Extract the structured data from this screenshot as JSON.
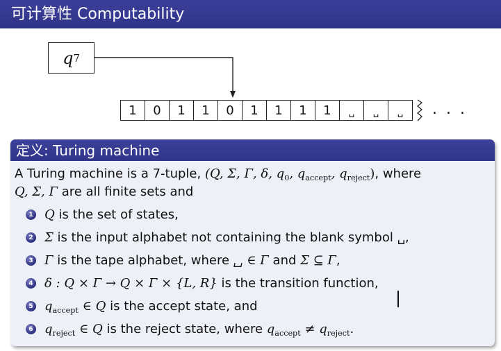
{
  "header": {
    "title": "可计算性 Computability"
  },
  "diagram": {
    "state_label": "q",
    "state_sub": "7",
    "tape_cells": [
      "1",
      "0",
      "1",
      "1",
      "0",
      "1",
      "1",
      "1",
      "1",
      "␣",
      "␣",
      "␣"
    ],
    "ellipsis": ". . ."
  },
  "definition": {
    "title": "定义: Turing machine",
    "intro_1": "A Turing machine is a 7-tuple,",
    "tuple": "(Q, Σ, Γ, δ, q",
    "tuple_sub0": "0",
    "tuple_mid1": ", q",
    "tuple_sub_accept": "accept",
    "tuple_mid2": ", q",
    "tuple_sub_reject": "reject",
    "tuple_end": ")",
    "intro_2": ", where",
    "intro_3_math": "Q, Σ, Γ",
    "intro_3_text": " are all finite sets and",
    "items": [
      {
        "num": "1",
        "math": "Q",
        "text": " is the set of states,"
      },
      {
        "num": "2",
        "math": "Σ",
        "text": " is the input alphabet not containing the blank symbol ␣,"
      },
      {
        "num": "3",
        "math": "Γ",
        "text": " is the tape alphabet, where ",
        "math2": "␣ ∈ Γ",
        "text2": " and ",
        "math3": "Σ ⊆ Γ",
        "text3": ","
      },
      {
        "num": "4",
        "math": "δ : Q × Γ → Q × Γ × {L, R}",
        "text": " is the transition function,"
      },
      {
        "num": "5",
        "math": "q",
        "sub": "accept",
        "math2": " ∈ Q",
        "text": " is the accept state, and"
      },
      {
        "num": "6",
        "math": "q",
        "sub": "reject",
        "math2": " ∈ Q",
        "text": " is the reject state, where ",
        "math3": "q",
        "sub3": "accept",
        "math4": " ≠ q",
        "sub4": "reject",
        "text2": "."
      }
    ]
  }
}
